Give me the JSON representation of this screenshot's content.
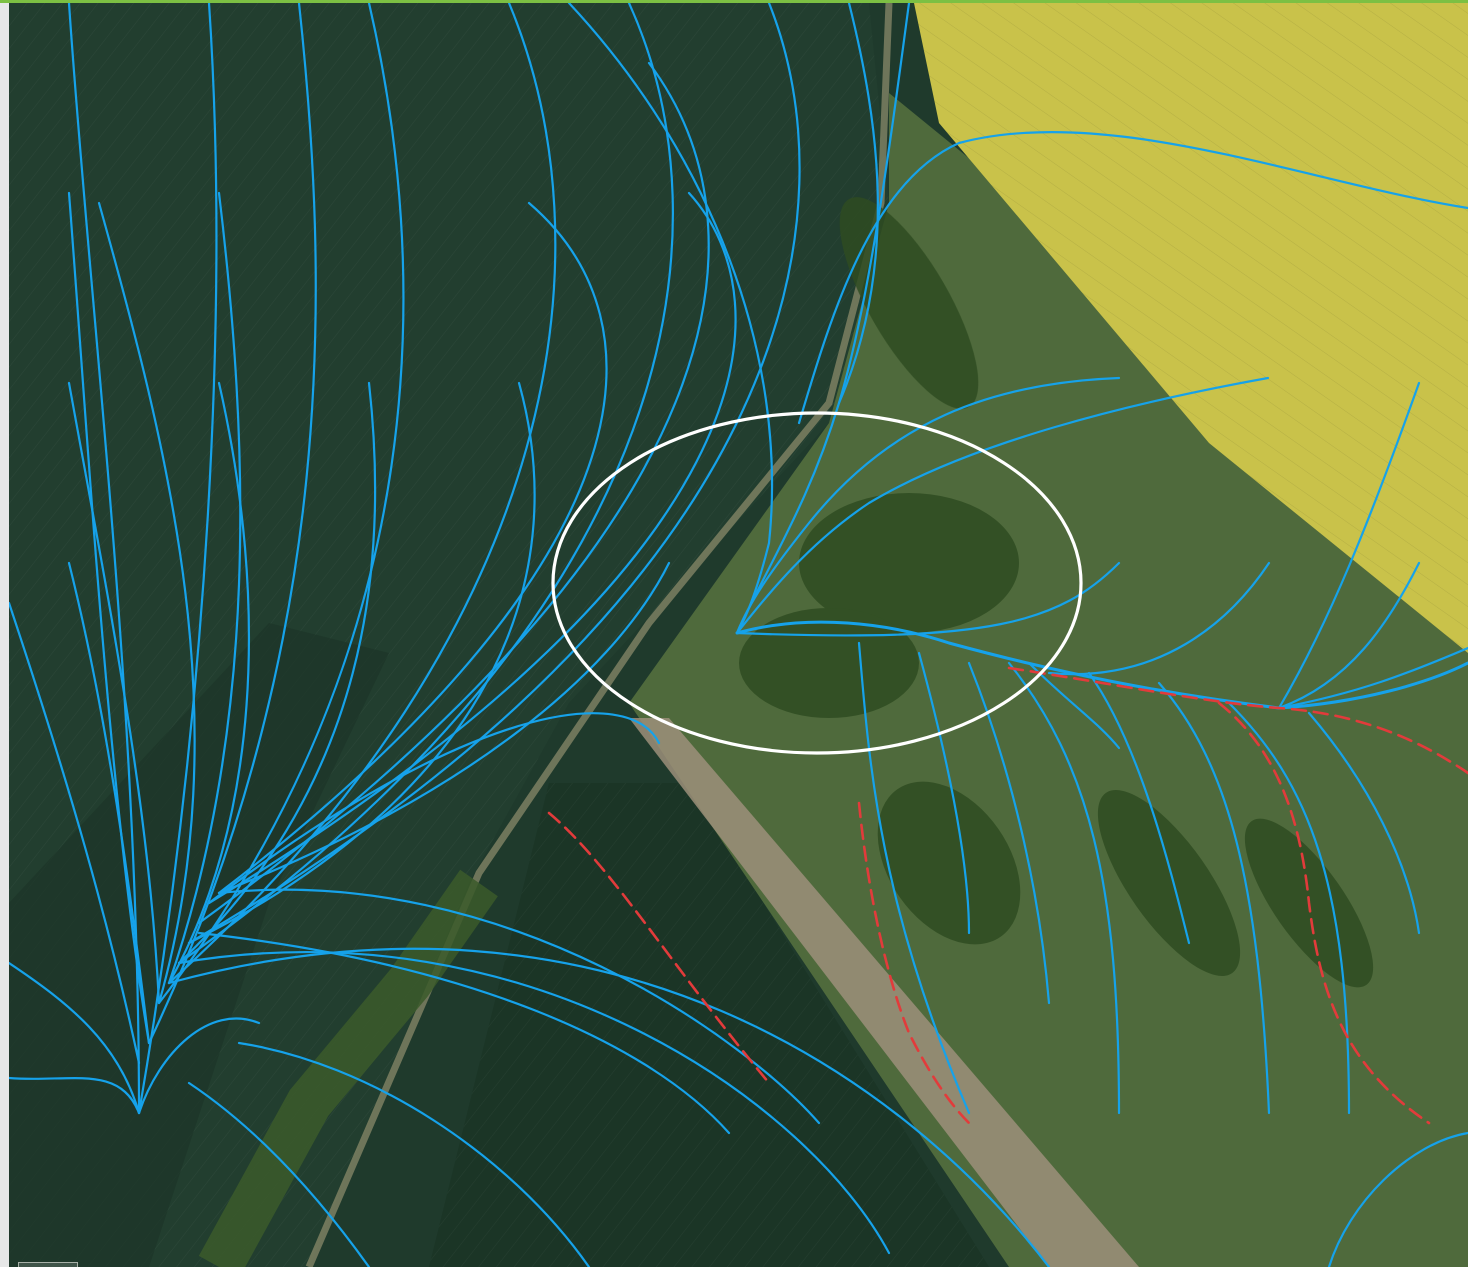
{
  "colors": {
    "accent": "#7cc043",
    "flowline": "#16a2ea",
    "channel": "#e23b3b",
    "highlight": "#ffffff",
    "field_dark": "#1f3a2c",
    "field_yellow": "#c9c24a",
    "meadow": "#4f6a3c",
    "track": "#9c8f7a"
  },
  "map": {
    "base_layer": "aerial-orthophoto",
    "overlays": [
      "flowlines",
      "concentrated-flow-channels",
      "highlight-ellipse"
    ]
  }
}
